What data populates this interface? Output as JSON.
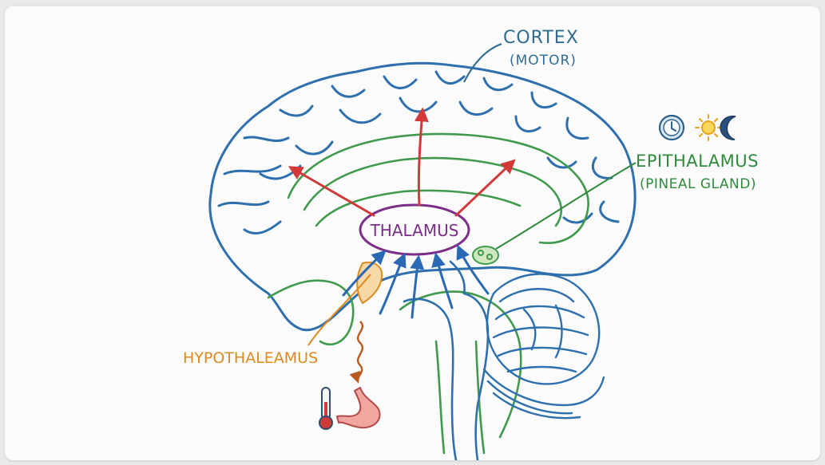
{
  "labels": {
    "cortex": "CORTEX",
    "cortex_sub": "(MOTOR)",
    "thalamus": "THALAMUS",
    "epithalamus": "EPITHALAMUS",
    "epithalamus_sub": "(PINEAL GLAND)",
    "hypothalamus": "HYPOTHALEAMUS"
  },
  "colors": {
    "cortex": "#2f6b92",
    "brain_outline": "#2e6fae",
    "limbic_outline": "#3f9a4c",
    "thalamus_ring": "#7d2d8a",
    "thalamus_text": "#7d2d8a",
    "arrows_up": "#d23a3a",
    "arrows_in": "#2a69b3",
    "epithalamus": "#2f8a3c",
    "hypothalamus": "#e08a1e",
    "wavy_arrow": "#b85a22"
  },
  "icons": [
    "clock-icon",
    "sun-icon",
    "moon-icon",
    "thermometer-icon",
    "stomach-icon"
  ]
}
